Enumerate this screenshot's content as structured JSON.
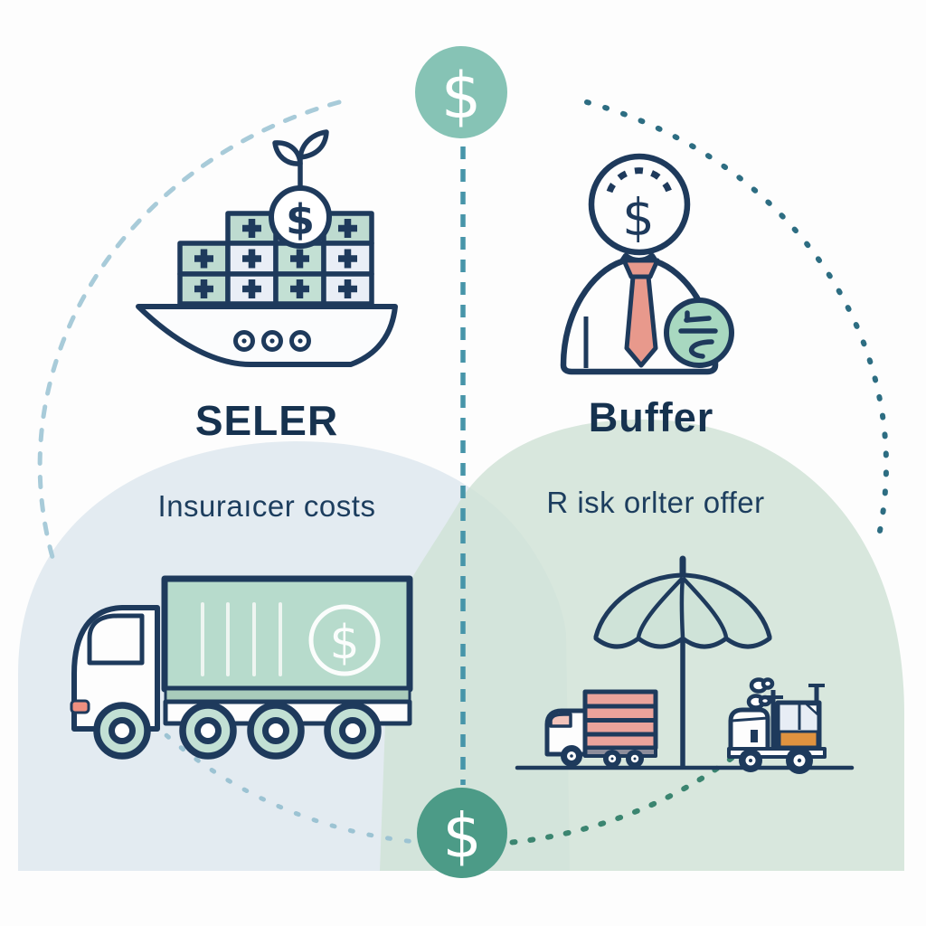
{
  "seller": {
    "title": "SELER",
    "subtitle": "Insuraıcer costs",
    "ship_coin_symbol": "$",
    "truck_symbol": "$"
  },
  "buyer": {
    "title": "Buffer",
    "subtitle": "R isk orlter offer",
    "head_symbol": "$"
  },
  "center_axis": {
    "top_symbol": "$",
    "bottom_symbol": "$"
  },
  "icons": {
    "top-money-node": "teal circle with dollar sign",
    "bottom-money-node": "dark teal circle with dollar sign",
    "cargo-ship": "ship loaded with plus-marked containers, coin and sprout",
    "merchant-person": "figure with dollar-sign head, tie and currency coin",
    "insured-truck": "truck with green trailer and dollar badge",
    "umbrella-protection": "umbrella sheltering delivery truck and forklift",
    "currency-coin": "green coin with stylized currency glyph"
  },
  "palette": {
    "navy_outline": "#1e3a5c",
    "text_navy": "#16324f",
    "top_circle_teal": "#86c3b5",
    "bottom_circle_teal": "#4c9b87",
    "container_green": "#bedbd0",
    "container_blue": "#e9eef6",
    "trailer_green": "#b7dbcc",
    "dome_left_blue": "#dfe8ef",
    "dome_right_green": "#cfe2d6",
    "umbrella_green": "#cfe3d8",
    "salmon_pink": "#eb9f96",
    "orange": "#e0923f",
    "wheel_green": "#c2e0d4",
    "dash_line_teal": "#4795a9",
    "arc_light_blue": "#a8cbd9",
    "arc_dark_teal": "#2d6d82",
    "arc_green": "#3b8570"
  }
}
